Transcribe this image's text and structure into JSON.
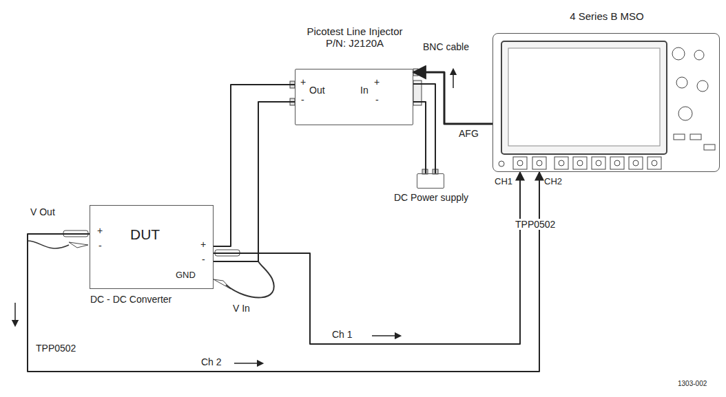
{
  "diagram": {
    "nodes": [
      {
        "text": [
          "Picotest Line Injector P/N: J2120A",
          "+",
          "Out",
          "-",
          "In",
          "+",
          "-"
        ]
      },
      {
        "text": [
          "DUT",
          "+",
          "-",
          "+",
          "-",
          "GND",
          "DC - DC Converter"
        ]
      },
      {
        "text": [
          "DC Power supply"
        ]
      },
      {
        "text": [
          "4 Series B MSO",
          "CH1",
          "CH2"
        ]
      }
    ],
    "edges": [
      {
        "from": 0,
        "to": 1,
        "arrow": "none"
      },
      {
        "from": 0,
        "to": 1,
        "arrow": "none"
      },
      {
        "from": 2,
        "to": 0,
        "arrow": "none"
      },
      {
        "from": 2,
        "to": 0,
        "arrow": "none"
      },
      {
        "from": 3,
        "to": 0,
        "arrow": "to"
      },
      {
        "from": 1,
        "to": 3,
        "label": "Ch 1",
        "arrow": "to"
      },
      {
        "from": 1,
        "to": 3,
        "label": "Ch 2",
        "arrow": "to"
      }
    ],
    "labels": [
      "BNC cable",
      "AFG",
      "TPP0502",
      "TPP0502",
      "V Out",
      "V In",
      "1303-002"
    ]
  }
}
